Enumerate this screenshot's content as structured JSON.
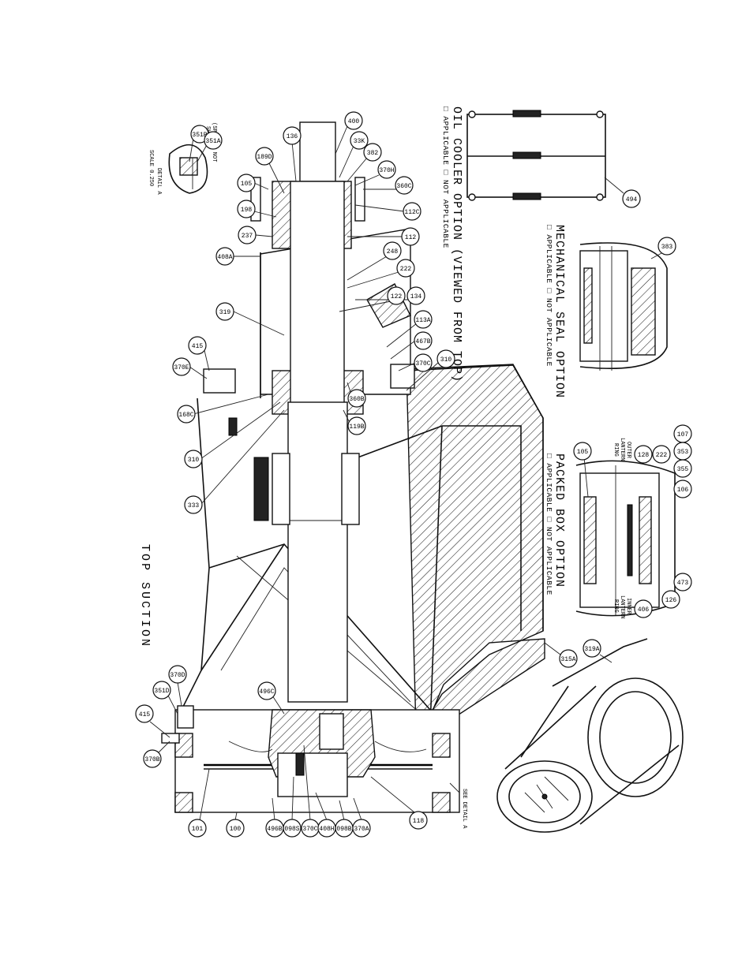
{
  "title": "TOP SUCTION",
  "options": {
    "oil_cooler": {
      "heading": "OIL COOLER OPTION (VIEWED FROM TOP)",
      "choices": "□ APPLICABLE □ NOT APPLICABLE"
    },
    "mechanical_seal": {
      "heading": "MECHANICAL SEAL OPTION",
      "choices": "□ APPLICABLE □ NOT APPLICABLE"
    },
    "packed_box": {
      "heading": "PACKED BOX OPTION",
      "choices": "□ APPLICABLE □ NOT APPLICABLE"
    }
  },
  "detail": {
    "title": "DETAIL A",
    "scale": "SCALE 0.250",
    "springs_note_1": "(SPRINGS NOT",
    "springs_note_2": "SHOWN)",
    "see_detail": "SEE DETAIL A"
  },
  "packing_labels": {
    "outer_1": "OUTER",
    "outer_2": "LANTERN",
    "outer_3": "RING",
    "inner_1": "INNER",
    "inner_2": "LANTERN",
    "inner_3": "RING"
  },
  "callouts": {
    "c494": "494",
    "c383": "383",
    "c107": "107",
    "c353": "353",
    "c355": "355",
    "c106": "106",
    "c105": "105",
    "c128": "128",
    "c222b": "222",
    "c473": "473",
    "c126": "126",
    "c406": "406",
    "c400": "400",
    "c33k": "33K",
    "c382": "382",
    "c370h": "370H",
    "c360c": "360C",
    "c112c": "112C",
    "c136": "136",
    "c189d": "189D",
    "c105b": "105",
    "c198": "198",
    "c112": "112",
    "c237": "237",
    "c248": "248",
    "c222": "222",
    "c134": "134",
    "c122": "122",
    "c408a": "408A",
    "c319": "319",
    "c113a": "113A",
    "c467b": "467B",
    "c370c": "370C",
    "c351b": "351B",
    "c351a": "351A",
    "c415": "415",
    "c370e": "370E",
    "c168c": "168C",
    "c360b": "360B",
    "c119b": "119B",
    "c310": "310",
    "c333": "333",
    "c315a": "315A",
    "c319a": "319A",
    "c496c": "496C",
    "c370d": "370D",
    "c351d": "351D",
    "c415b": "415",
    "c370b": "370B",
    "c101": "101",
    "c100": "100",
    "c496b": "496B",
    "c098s": "098S",
    "c370c2": "370C",
    "c408h": "408H",
    "c098b": "098B",
    "c370a": "370A",
    "c118": "118"
  }
}
